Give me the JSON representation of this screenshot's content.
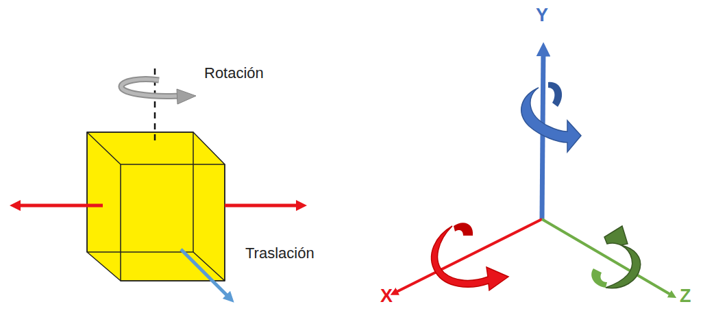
{
  "diagram": {
    "labels": [
      "Rotación",
      "Traslación",
      "Y",
      "X",
      "Z"
    ]
  }
}
